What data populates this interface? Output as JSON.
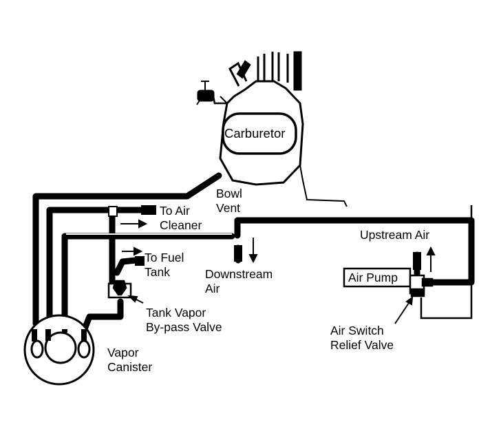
{
  "colors": {
    "ink": "#000000",
    "paper": "#ffffff"
  },
  "labels": {
    "carburetor": "Carburetor",
    "bowl_vent": "Bowl\nVent",
    "to_air_cleaner": "To Air\nCleaner",
    "to_fuel_tank": "To Fuel\nTank",
    "downstream_air": "Downstream\nAir",
    "upstream_air": "Upstream Air",
    "air_pump": "Air Pump",
    "tank_vapor_bypass_valve": "Tank Vapor\nBy-pass Valve",
    "air_switch_relief_valve": "Air Switch\nRelief Valve",
    "vapor_canister": "Vapor\nCanister"
  }
}
